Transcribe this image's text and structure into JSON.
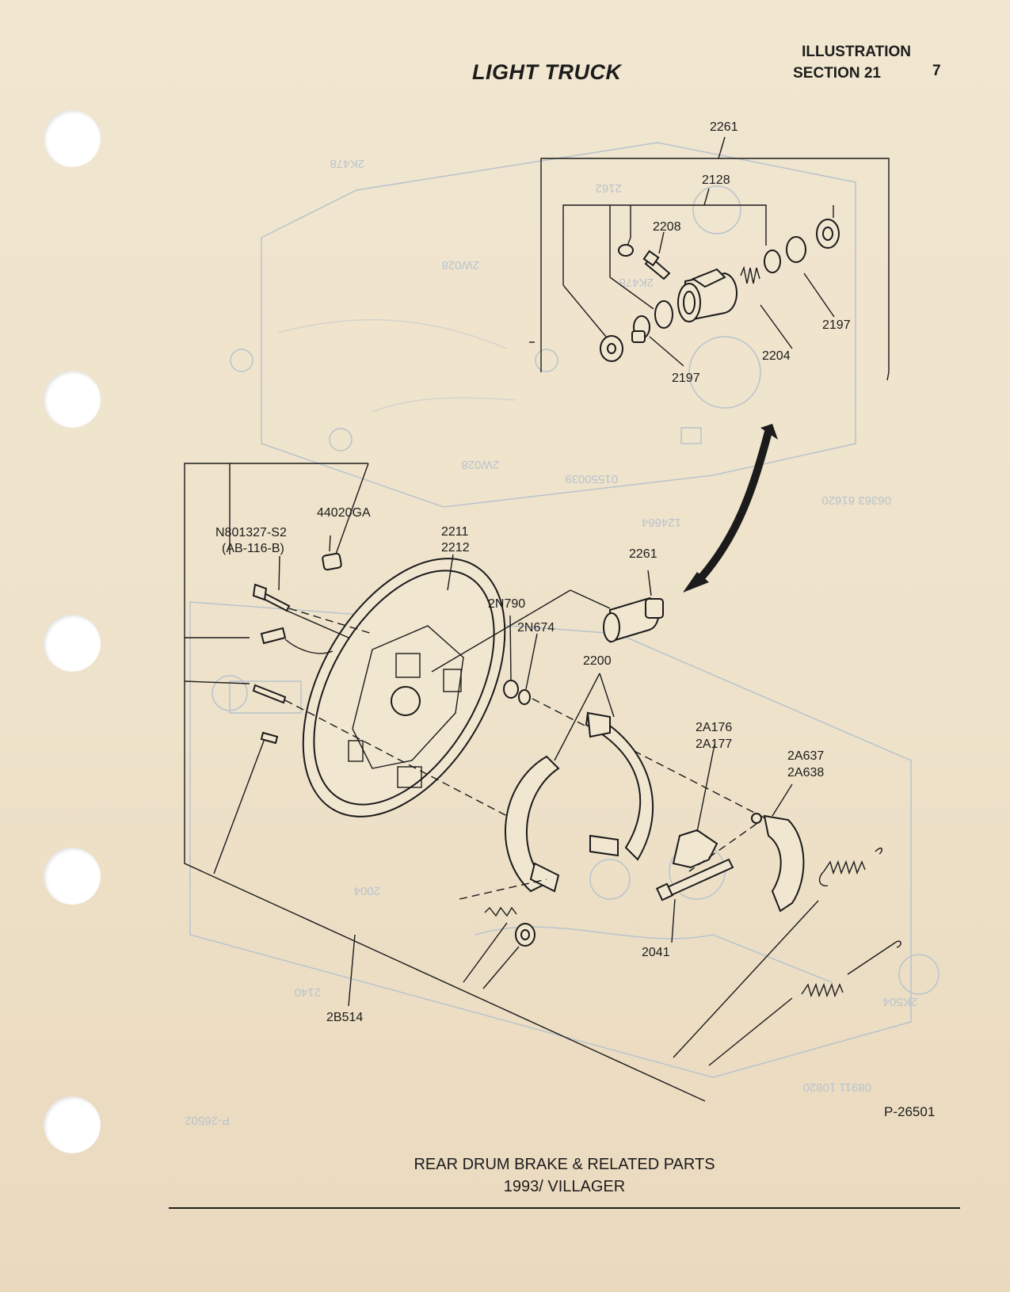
{
  "header": {
    "title": "LIGHT TRUCK",
    "section_line1": "ILLUSTRATION",
    "section_line2": "SECTION 21",
    "page_number": "7"
  },
  "figure_number": "P-26501",
  "caption": {
    "line1": "REAR DRUM BRAKE & RELATED PARTS",
    "line2": "1993/ VILLAGER"
  },
  "callouts": {
    "c2261_top": "2261",
    "c2128": "2128",
    "c2208": "2208",
    "c2197_right": "2197",
    "c2204": "2204",
    "c2197_bottom": "2197",
    "c44020GA": "44020GA",
    "cN801327_1": "N801327-S2",
    "cN801327_2": "(AB-116-B)",
    "c2211": "2211",
    "c2212": "2212",
    "c2261_mid": "2261",
    "c2N790": "2N790",
    "c2N674": "2N674",
    "c2200": "2200",
    "c2A176": "2A176",
    "c2A177": "2A177",
    "c2A637": "2A637",
    "c2A638": "2A638",
    "c2041": "2041",
    "c2B514": "2B514"
  },
  "bleed_through": {
    "g1": "2K478",
    "g2": "2W028",
    "g3": "2W028",
    "g4": "01550039",
    "g5": "2162",
    "g6": "2K478",
    "g7": "124664",
    "g8": "06363 61620",
    "g9": "2004",
    "g10": "2140",
    "g11": "2K504",
    "g12": "08911 10820",
    "g13": "P-26502"
  }
}
